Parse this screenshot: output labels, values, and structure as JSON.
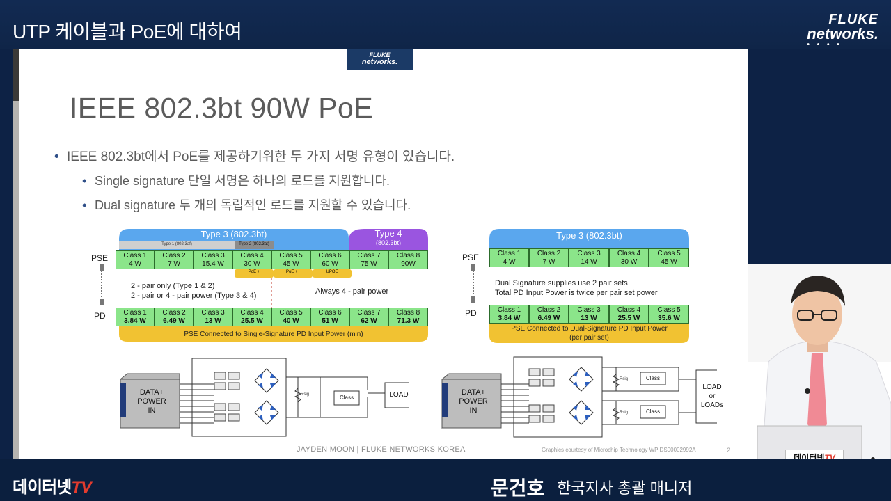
{
  "header": {
    "show_title": "UTP 케이블과 PoE에 대하여",
    "brand_line1": "FLUKE",
    "brand_line2": "networks.",
    "brand_dots": "• • • •"
  },
  "slide": {
    "logo_line1": "FLUKE",
    "logo_line2": "networks.",
    "title": "IEEE 802.3bt 90W PoE",
    "bullets": [
      {
        "text": "IEEE 802.3bt에서 PoE를 제공하기위한 두 가지 서명 유형이 있습니다."
      },
      {
        "text": "Single signature 단일 서명은 하나의 로드를 지원합니다."
      },
      {
        "text": "Dual signature 두 개의 독립적인 로드를 지원할 수 있습니다."
      }
    ],
    "bullet_dot": "•",
    "footer_credit": "JAYDEN MOON  |  FLUKE NETWORKS KOREA",
    "footer_graphic": "Graphics courtesy of Microchip Technology  WP DS00002992A",
    "page_number": "2"
  },
  "single_sig": {
    "type3_label": "Type 3 (802.3bt)",
    "type4_label": "Type 4",
    "type4_sub": "(802.3bt)",
    "type1_label": "Type 1 (802.3af)",
    "type2_label": "Type 2 (802.3at)",
    "pse_label": "PSE",
    "pd_label": "PD",
    "pse_classes": [
      {
        "name": "Class 1",
        "power": "4 W"
      },
      {
        "name": "Class 2",
        "power": "7 W"
      },
      {
        "name": "Class 3",
        "power": "15.4 W"
      },
      {
        "name": "Class 4",
        "power": "30 W"
      },
      {
        "name": "Class 5",
        "power": "45 W"
      },
      {
        "name": "Class 6",
        "power": "60 W"
      },
      {
        "name": "Class 7",
        "power": "75 W"
      },
      {
        "name": "Class 8",
        "power": "90W"
      }
    ],
    "pd_classes": [
      {
        "name": "Class 1",
        "power": "3.84 W"
      },
      {
        "name": "Class 2",
        "power": "6.49 W"
      },
      {
        "name": "Class 3",
        "power": "13 W"
      },
      {
        "name": "Class 4",
        "power": "25.5 W"
      },
      {
        "name": "Class 5",
        "power": "40 W"
      },
      {
        "name": "Class 6",
        "power": "51 W"
      },
      {
        "name": "Class 7",
        "power": "62 W"
      },
      {
        "name": "Class 8",
        "power": "71.3 W"
      }
    ],
    "tag_poe_plus": "PoE +",
    "tag_poe_plusplus": "PoE ++",
    "tag_upoe": "UPOE",
    "note_line1": "2 - pair only (Type 1 & 2)",
    "note_line2": "2 - pair or 4 - pair power (Type 3 & 4)",
    "note_always": "Always 4 - pair power",
    "bottom_banner": "PSE Connected to Single-Signature PD Input Power (min)",
    "box_data_power_line1": "DATA+",
    "box_data_power_line2": "POWER",
    "box_data_power_line3": "IN",
    "rsig_label": "Rsig",
    "class_box": "Class",
    "load_box": "LOAD"
  },
  "dual_sig": {
    "type3_label": "Type 3 (802.3bt)",
    "pse_label": "PSE",
    "pd_label": "PD",
    "pse_classes": [
      {
        "name": "Class 1",
        "power": "4 W"
      },
      {
        "name": "Class 2",
        "power": "7 W"
      },
      {
        "name": "Class 3",
        "power": "14 W"
      },
      {
        "name": "Class 4",
        "power": "30 W"
      },
      {
        "name": "Class 5",
        "power": "45 W"
      }
    ],
    "pd_classes": [
      {
        "name": "Class 1",
        "power": "3.84 W"
      },
      {
        "name": "Class 2",
        "power": "6.49 W"
      },
      {
        "name": "Class 3",
        "power": "13 W"
      },
      {
        "name": "Class 4",
        "power": "25.5 W"
      },
      {
        "name": "Class 5",
        "power": "35.6 W"
      }
    ],
    "note_line1": "Dual Signature supplies use 2 pair sets",
    "note_line2": "Total PD Input Power is twice per pair set power",
    "bottom_banner_line1": "PSE Connected to Dual-Signature PD Input Power",
    "bottom_banner_line2": "(per pair set)",
    "box_data_power_line1": "DATA+",
    "box_data_power_line2": "POWER",
    "box_data_power_line3": "IN",
    "rsig_label": "Rsig",
    "class_box": "Class",
    "load_box_line1": "LOAD",
    "load_box_line2": "or",
    "load_box_line3": "LOADs"
  },
  "lower_third": {
    "tv_logo_main": "데이터넷",
    "tv_logo_tv": "TV",
    "speaker_name": "문건호",
    "speaker_role": "한국지사 총괄 매니저",
    "monitor_tag_main": "데이터넷",
    "monitor_tag_tv": "TV"
  },
  "colors": {
    "frame_navy": "#0f2548",
    "class_green": "#8be58a",
    "type3_blue": "#5aa7ee",
    "type4_purple": "#9a55e0",
    "banner_gold": "#f1c232"
  }
}
